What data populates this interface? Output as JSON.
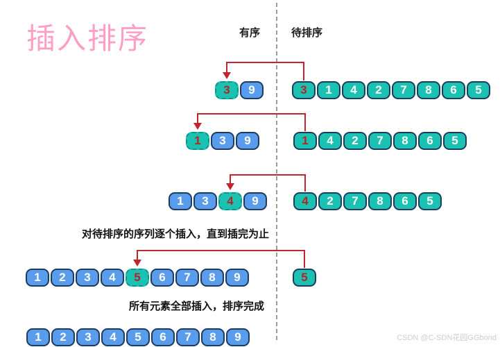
{
  "title": "插入排序",
  "headers": {
    "sorted": "有序",
    "unsorted": "待排序"
  },
  "captions": {
    "step": "对待排序的序列逐个插入，直到插完为止",
    "done": "所有元素全部插入，排序完成"
  },
  "watermark": "CSDN @C-SDN花园GGbond",
  "colors": {
    "teal": "#1bc2b2",
    "blue": "#5a9cec",
    "red": "#b4232a",
    "arrow": "#c2242e",
    "border": "#1d3b5f",
    "dashed_border": "#0f9489",
    "title_pink": "#ff9fc4",
    "divider_gray": "#9a9a9a",
    "watermark_gray": "#cccccc"
  },
  "icons": {
    "insert_arrow": "arrow-down-elbow",
    "divider": "vertical-dashed-line"
  },
  "rows": [
    {
      "name": "step-1",
      "left": [
        {
          "v": "3",
          "style": "dashed"
        },
        {
          "v": "9",
          "style": "blue"
        }
      ],
      "right": [
        {
          "v": "3",
          "style": "teal-red"
        },
        {
          "v": "1",
          "style": "teal"
        },
        {
          "v": "4",
          "style": "teal"
        },
        {
          "v": "2",
          "style": "teal"
        },
        {
          "v": "7",
          "style": "teal"
        },
        {
          "v": "8",
          "style": "teal"
        },
        {
          "v": "6",
          "style": "teal"
        },
        {
          "v": "5",
          "style": "teal"
        }
      ]
    },
    {
      "name": "step-2",
      "left": [
        {
          "v": "1",
          "style": "dashed"
        },
        {
          "v": "3",
          "style": "blue"
        },
        {
          "v": "9",
          "style": "blue"
        }
      ],
      "right": [
        {
          "v": "1",
          "style": "teal-red"
        },
        {
          "v": "4",
          "style": "teal"
        },
        {
          "v": "2",
          "style": "teal"
        },
        {
          "v": "7",
          "style": "teal"
        },
        {
          "v": "8",
          "style": "teal"
        },
        {
          "v": "6",
          "style": "teal"
        },
        {
          "v": "5",
          "style": "teal"
        }
      ]
    },
    {
      "name": "step-3",
      "left": [
        {
          "v": "1",
          "style": "blue"
        },
        {
          "v": "3",
          "style": "blue"
        },
        {
          "v": "4",
          "style": "dashed"
        },
        {
          "v": "9",
          "style": "blue"
        }
      ],
      "right": [
        {
          "v": "4",
          "style": "teal-red"
        },
        {
          "v": "2",
          "style": "teal"
        },
        {
          "v": "7",
          "style": "teal"
        },
        {
          "v": "8",
          "style": "teal"
        },
        {
          "v": "6",
          "style": "teal"
        },
        {
          "v": "5",
          "style": "teal"
        }
      ]
    },
    {
      "name": "step-4",
      "left": [
        {
          "v": "1",
          "style": "blue"
        },
        {
          "v": "2",
          "style": "blue"
        },
        {
          "v": "3",
          "style": "blue"
        },
        {
          "v": "4",
          "style": "blue"
        },
        {
          "v": "5",
          "style": "dashed"
        },
        {
          "v": "6",
          "style": "blue"
        },
        {
          "v": "7",
          "style": "blue"
        },
        {
          "v": "8",
          "style": "blue"
        },
        {
          "v": "9",
          "style": "blue"
        }
      ],
      "right": [
        {
          "v": "5",
          "style": "teal-red"
        }
      ]
    },
    {
      "name": "step-5-final",
      "left": [
        {
          "v": "1",
          "style": "blue"
        },
        {
          "v": "2",
          "style": "blue"
        },
        {
          "v": "3",
          "style": "blue"
        },
        {
          "v": "4",
          "style": "blue"
        },
        {
          "v": "5",
          "style": "blue"
        },
        {
          "v": "6",
          "style": "blue"
        },
        {
          "v": "7",
          "style": "blue"
        },
        {
          "v": "8",
          "style": "blue"
        },
        {
          "v": "9",
          "style": "blue"
        }
      ],
      "right": []
    }
  ]
}
